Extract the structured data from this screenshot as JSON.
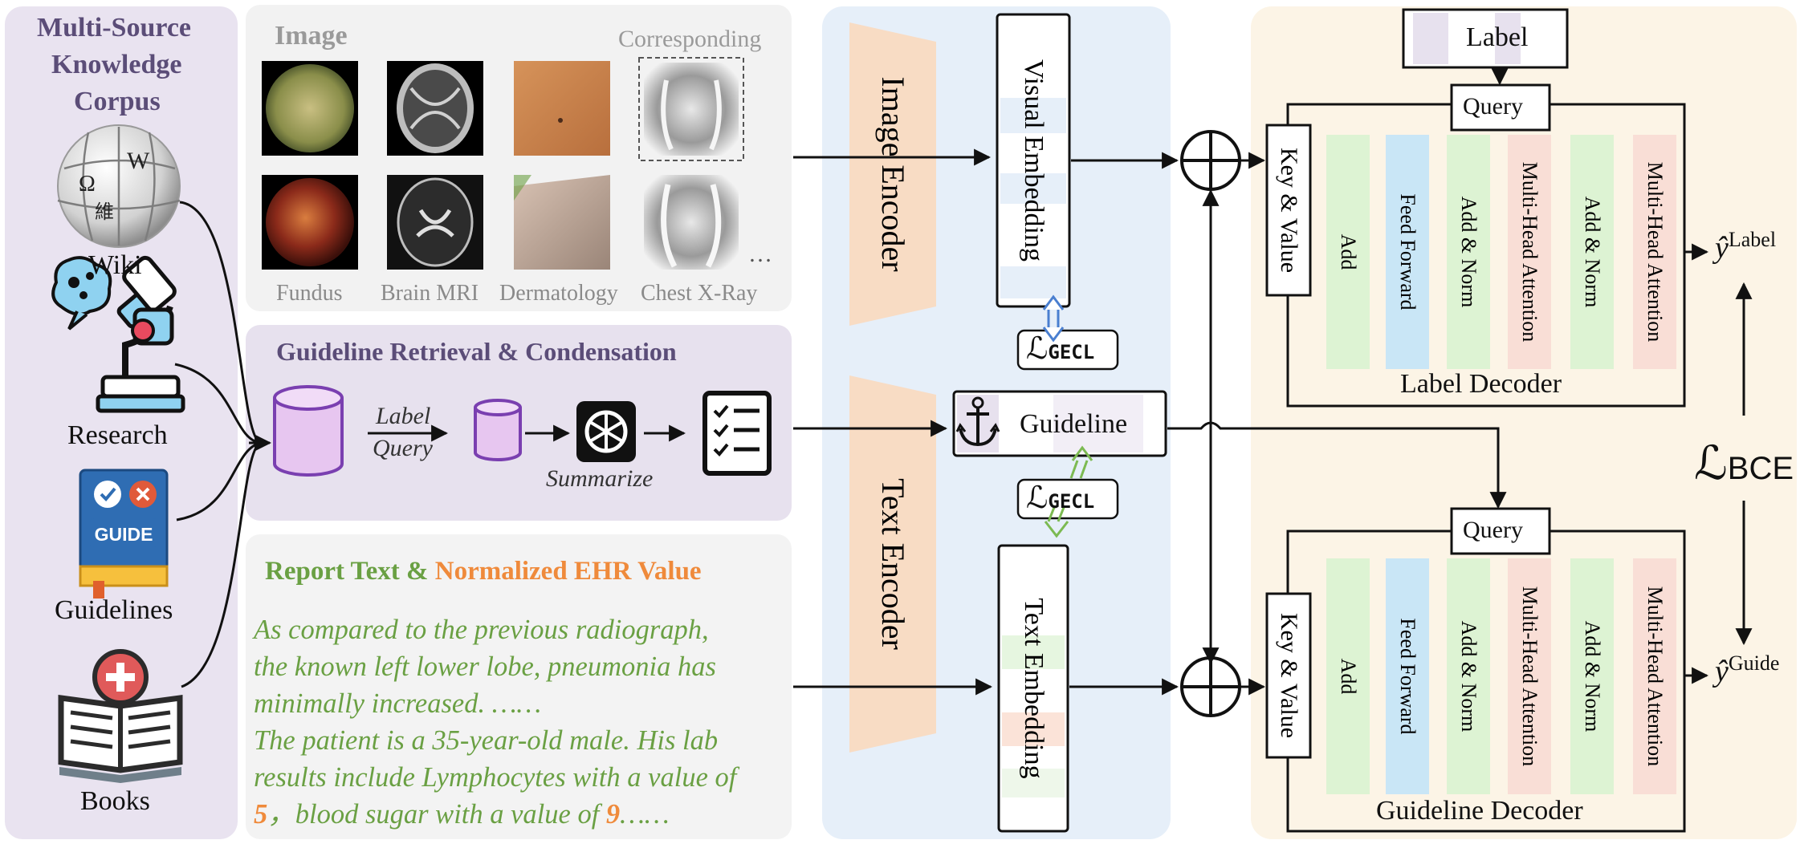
{
  "corpus": {
    "title_lines": [
      "Multi-Source",
      "Knowledge",
      "Corpus"
    ],
    "sources": [
      {
        "label": "Wiki",
        "icon": "wikipedia-globe-icon"
      },
      {
        "label": "Research",
        "icon": "microscope-icon"
      },
      {
        "label": "Guidelines",
        "icon": "guide-book-icon",
        "badge": "GUIDE"
      },
      {
        "label": "Books",
        "icon": "medical-book-icon"
      }
    ]
  },
  "image_panel": {
    "title": "Image",
    "corner_label": "Corresponding",
    "ellipsis": "…",
    "modalities": [
      "Fundus",
      "Brain MRI",
      "Dermatology",
      "Chest X-Ray"
    ]
  },
  "guideline_panel": {
    "title": "Guideline Retrieval & Condensation",
    "query_label_line1": "Label",
    "query_label_line2": "Query",
    "summarize_label": "Summarize"
  },
  "report_panel": {
    "title_part1": "Report Text & ",
    "title_part2": "Normalized EHR Value",
    "line1": "As compared to the previous radiograph,",
    "line2": "the known left lower lobe, pneumonia has",
    "line3": "minimally increased. ……",
    "line4": "The patient is a 35-year-old male. His lab",
    "line5": "results include Lymphocytes with a value of",
    "value1": "5",
    "line6_mid": "，blood sugar with a value of ",
    "value2": "9",
    "line6_end": "……"
  },
  "encoders": {
    "image_encoder": "Image Encoder",
    "text_encoder": "Text Encoder",
    "visual_embedding": "Visual Embedding",
    "text_embedding": "Text Embedding",
    "guideline": "Guideline"
  },
  "loss": {
    "gecl_symbol": "ℒ",
    "gecl_sub": "GECL",
    "bce_symbol": "ℒ",
    "bce_sub": "BCE"
  },
  "decoders": {
    "label_box": "Label",
    "query": "Query",
    "key_value": "Key & Value",
    "layers": [
      "Add",
      "Feed Forward",
      "Add & Norm",
      "Multi-Head Attention",
      "Add & Norm",
      "Multi-Head Attention"
    ],
    "label_decoder": "Label Decoder",
    "guideline_decoder": "Guideline Decoder",
    "output_label_symbol": "ŷ",
    "output_label_sup": "Label",
    "output_guide_symbol": "ŷ",
    "output_guide_sup": "Guide"
  },
  "colors": {
    "corpus_bg": "#e9e3f0",
    "panel_gray": "#f2f2f2",
    "guideline_bg": "#e7e1ee",
    "encoder_bg": "#e6eff9",
    "decoder_bg": "#fcf4e6",
    "encoder_trapezoid": "#f8dcc4",
    "layer_green": "#ddf3d3",
    "layer_blue": "#c9e6f6",
    "layer_pink": "#f9ded6",
    "purple_title": "#5b4d78",
    "report_green": "#6aa043",
    "ehr_orange": "#ef8a3b"
  }
}
